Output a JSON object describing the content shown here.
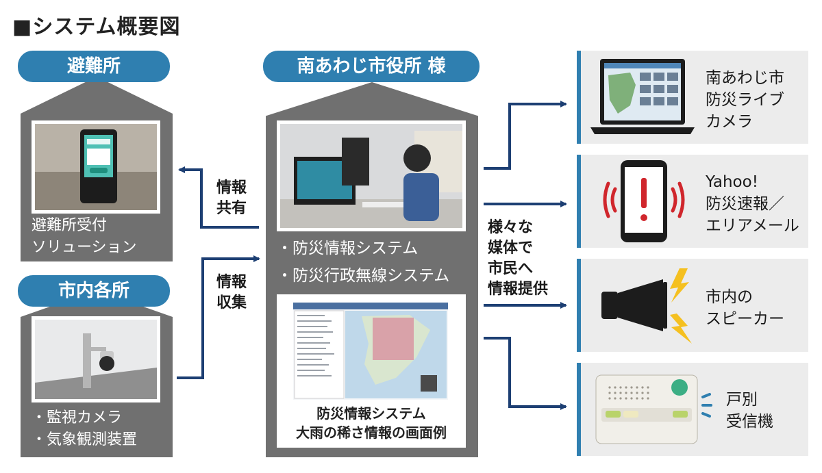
{
  "title": "■システム概要図",
  "shelter": {
    "header": "避難所",
    "caption": [
      "避難所受付",
      "ソリューション"
    ]
  },
  "city_sites": {
    "header": "市内各所",
    "caption": [
      "・監視カメラ",
      "・気象観測装置"
    ]
  },
  "city_hall": {
    "header": "南あわじ市役所 様",
    "systems": [
      "・防災情報システム",
      "・防災行政無線システム"
    ],
    "screenshot_caption": [
      "防災情報システム",
      "大雨の稀さ情報の画面例"
    ]
  },
  "arrows": {
    "share": [
      "情報",
      "共有"
    ],
    "collect": [
      "情報",
      "収集"
    ],
    "provide": [
      "様々な",
      "媒体で",
      "市民へ",
      "情報提供"
    ]
  },
  "outputs": [
    {
      "label": [
        "南あわじ市",
        "防災ライブ",
        "カメラ"
      ],
      "icon": "laptop-icon"
    },
    {
      "label": [
        "Yahoo!",
        "防災速報／",
        "エリアメール"
      ],
      "icon": "smartphone-alert-icon"
    },
    {
      "label": [
        "市内の",
        "スピーカー"
      ],
      "icon": "speaker-icon"
    },
    {
      "label": [
        "戸別",
        "受信機"
      ],
      "icon": "radio-receiver-icon"
    }
  ],
  "colors": {
    "accent": "#2f7fb0",
    "arrow": "#1d3f73",
    "house": "#707070",
    "card": "#ececec",
    "alert": "#d0262c"
  }
}
